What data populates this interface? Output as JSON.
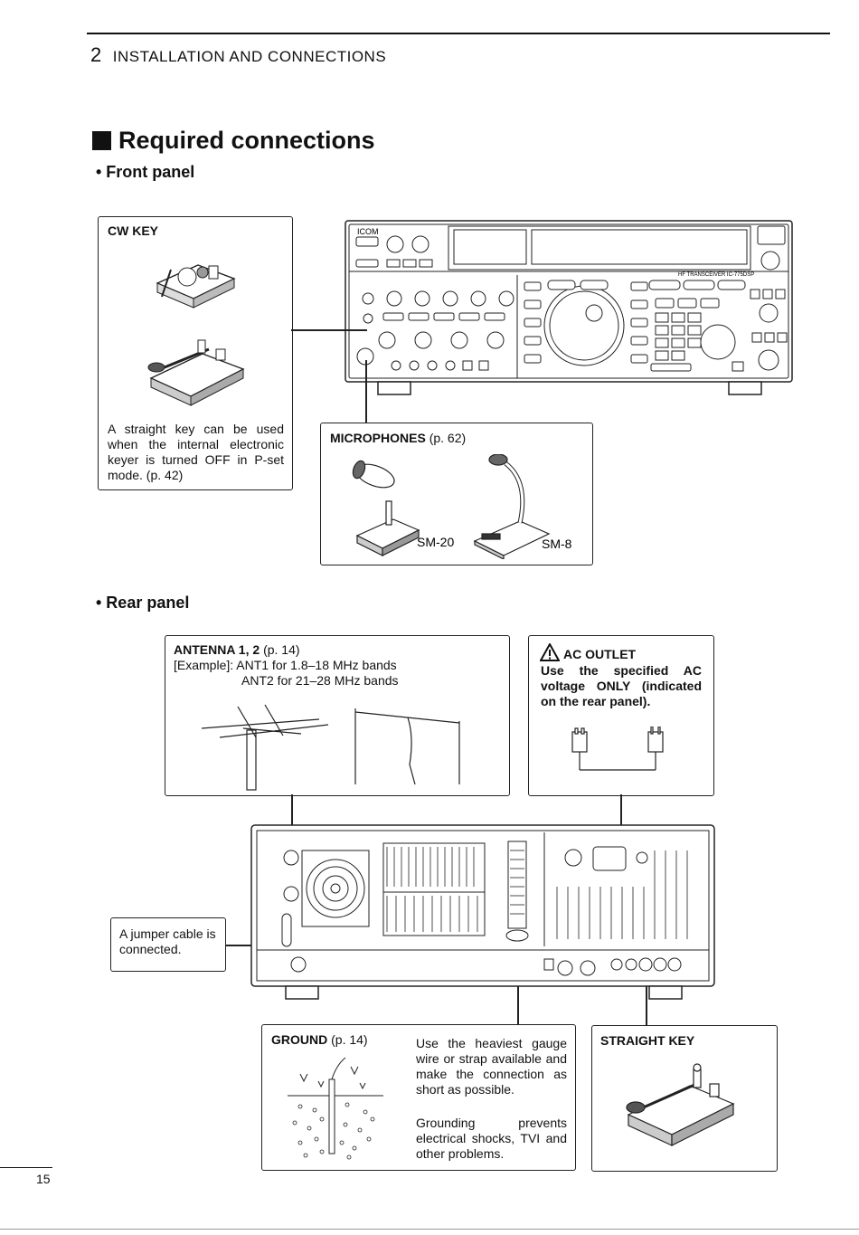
{
  "header": {
    "chapter_number": "2",
    "chapter_title": "INSTALLATION AND CONNECTIONS"
  },
  "section": {
    "title": "Required connections"
  },
  "front_panel": {
    "heading": "• Front panel",
    "cw_key": {
      "title": "CW KEY",
      "description": "A straight key can be used when the internal electronic keyer is turned OFF in P-set mode. (p. 42)"
    },
    "microphones": {
      "title": "MICROPHONES",
      "page_ref": "(p. 62)",
      "mic1": "SM-20",
      "mic2": "SM-8"
    },
    "radio_brand": "ICOM",
    "radio_model": "HF TRANSCEIVER IC-775DSP"
  },
  "rear_panel": {
    "heading": "• Rear panel",
    "antenna": {
      "title": "ANTENNA 1, 2",
      "page_ref": "(p. 14)",
      "line1": "[Example]: ANT1 for 1.8–18 MHz bands",
      "line2": "ANT2 for 21–28 MHz bands"
    },
    "ac_outlet": {
      "title": "AC OUTLET",
      "description": "Use the specified AC voltage ONLY (indicated on the rear panel)."
    },
    "jumper": {
      "text": "A jumper cable is connected."
    },
    "ground": {
      "title": "GROUND",
      "page_ref": "(p. 14)",
      "para1": "Use the heaviest gauge wire or strap available and make the connection as short as possible.",
      "para2": "Grounding prevents electrical shocks, TVI and other problems."
    },
    "straight_key": {
      "title": "STRAIGHT KEY"
    }
  },
  "footer": {
    "page_number": "15"
  }
}
